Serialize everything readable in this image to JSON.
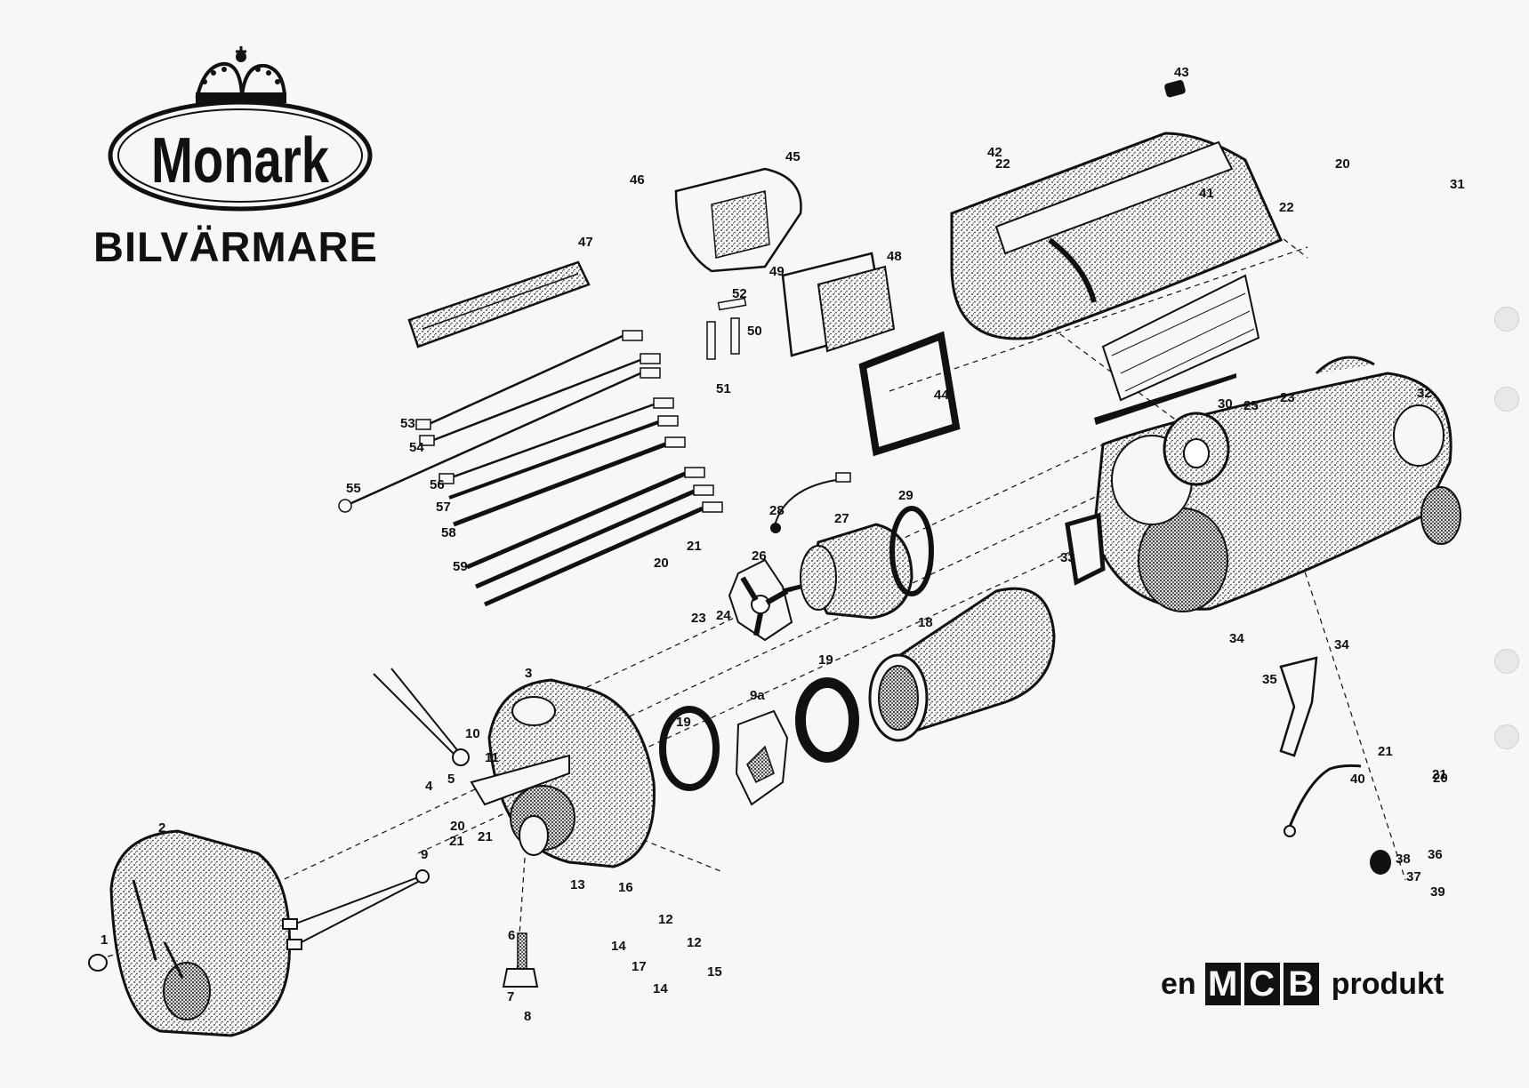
{
  "brand": {
    "logo_text": "Monark"
  },
  "subtitle": "BILVÄRMARE",
  "footer": {
    "prefix": "en",
    "letters": [
      "M",
      "C",
      "B"
    ],
    "suffix": "produkt"
  },
  "part_labels": [
    "1",
    "2",
    "3",
    "4",
    "5",
    "6",
    "7",
    "8",
    "9",
    "9a",
    "10",
    "11",
    "12",
    "12",
    "13",
    "14",
    "14",
    "15",
    "16",
    "17",
    "18",
    "19",
    "19",
    "20",
    "20",
    "20",
    "20",
    "21",
    "21",
    "21",
    "21",
    "21",
    "22",
    "22",
    "23",
    "23",
    "24",
    "25",
    "26",
    "27",
    "28",
    "29",
    "30",
    "31",
    "32",
    "33",
    "34",
    "34",
    "35",
    "36",
    "37",
    "38",
    "39",
    "40",
    "41",
    "42",
    "43",
    "44",
    "45",
    "46",
    "47",
    "48",
    "49",
    "50",
    "51",
    "52",
    "53",
    "54",
    "55",
    "56",
    "57",
    "58",
    "59"
  ]
}
